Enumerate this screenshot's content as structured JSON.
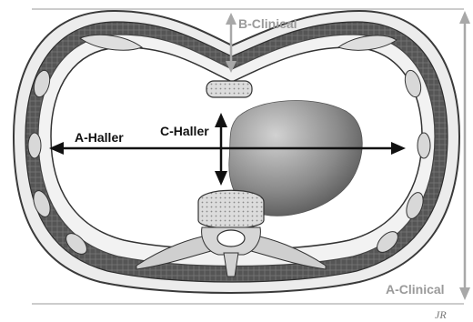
{
  "labels": {
    "b_clinical": "B-Clinical",
    "c_haller": "C-Haller",
    "a_haller": "A-Haller",
    "a_clinical": "A-Clinical",
    "signature": "JR"
  },
  "colors": {
    "clinical_arrow": "#a8a8a8",
    "haller_arrow": "#111111",
    "tissue_outer": "#e6e6e6",
    "muscle": "#5c5c5c",
    "bone": "#d9d9d9",
    "heart_light": "#c8c8c8",
    "heart_dark": "#5a5a5a"
  }
}
